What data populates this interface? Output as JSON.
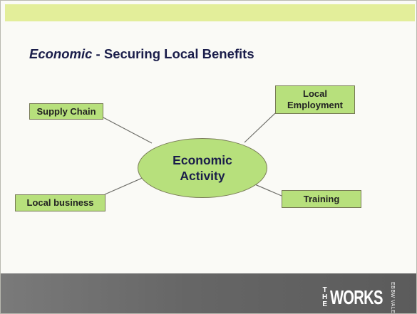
{
  "slide": {
    "title_emphasis": "Economic",
    "title_rest": " - Securing Local Benefits"
  },
  "diagram": {
    "center": [
      "Economic",
      "Activity"
    ],
    "nodes": {
      "supply_chain": "Supply Chain",
      "local_employment": [
        "Local",
        "Employment"
      ],
      "local_business": "Local business",
      "training": "Training"
    }
  },
  "footer": {
    "logo_the": "THE",
    "logo_main": "WORKS",
    "logo_sub": "EBBW VALE"
  },
  "colors": {
    "node_fill": "#b7e07c",
    "title": "#1a1d4a",
    "top_band": "#e3ee9a",
    "footer": "#666666"
  }
}
